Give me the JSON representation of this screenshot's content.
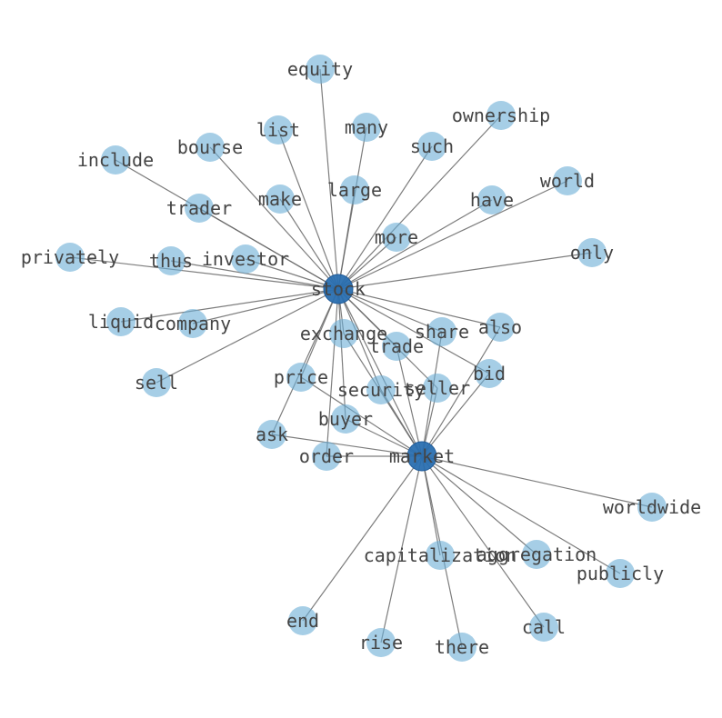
{
  "colors": {
    "node": "#6aaed6",
    "hub_node": "#2a6fb0",
    "hub_node_dark": "#1f5a98",
    "edge": "#666666",
    "label": "#444444"
  },
  "nodes": [
    {
      "id": "stock",
      "label": "stock",
      "hub": true
    },
    {
      "id": "market",
      "label": "market",
      "hub": true
    },
    {
      "id": "equity",
      "label": "equity"
    },
    {
      "id": "ownership",
      "label": "ownership"
    },
    {
      "id": "list",
      "label": "list"
    },
    {
      "id": "many",
      "label": "many"
    },
    {
      "id": "bourse",
      "label": "bourse"
    },
    {
      "id": "such",
      "label": "such"
    },
    {
      "id": "include",
      "label": "include"
    },
    {
      "id": "world",
      "label": "world"
    },
    {
      "id": "large",
      "label": "large"
    },
    {
      "id": "make",
      "label": "make"
    },
    {
      "id": "trader",
      "label": "trader"
    },
    {
      "id": "have",
      "label": "have"
    },
    {
      "id": "more",
      "label": "more"
    },
    {
      "id": "privately",
      "label": "privately"
    },
    {
      "id": "thus",
      "label": "thus"
    },
    {
      "id": "investor",
      "label": "investor"
    },
    {
      "id": "only",
      "label": "only"
    },
    {
      "id": "liquid",
      "label": "liquid"
    },
    {
      "id": "company",
      "label": "company"
    },
    {
      "id": "exchange",
      "label": "exchange"
    },
    {
      "id": "share",
      "label": "share"
    },
    {
      "id": "also",
      "label": "also"
    },
    {
      "id": "trade",
      "label": "trade"
    },
    {
      "id": "sell",
      "label": "sell"
    },
    {
      "id": "price",
      "label": "price"
    },
    {
      "id": "bid",
      "label": "bid"
    },
    {
      "id": "security",
      "label": "security"
    },
    {
      "id": "seller",
      "label": "seller"
    },
    {
      "id": "buyer",
      "label": "buyer"
    },
    {
      "id": "ask",
      "label": "ask"
    },
    {
      "id": "order",
      "label": "order"
    },
    {
      "id": "worldwide",
      "label": "worldwide"
    },
    {
      "id": "capitalization",
      "label": "capitalization"
    },
    {
      "id": "aggregation",
      "label": "aggregation"
    },
    {
      "id": "publicly",
      "label": "publicly"
    },
    {
      "id": "end",
      "label": "end"
    },
    {
      "id": "call",
      "label": "call"
    },
    {
      "id": "rise",
      "label": "rise"
    },
    {
      "id": "there",
      "label": "there"
    }
  ],
  "edges": [
    [
      "stock",
      "equity"
    ],
    [
      "stock",
      "ownership"
    ],
    [
      "stock",
      "list"
    ],
    [
      "stock",
      "many"
    ],
    [
      "stock",
      "bourse"
    ],
    [
      "stock",
      "such"
    ],
    [
      "stock",
      "include"
    ],
    [
      "stock",
      "world"
    ],
    [
      "stock",
      "large"
    ],
    [
      "stock",
      "make"
    ],
    [
      "stock",
      "trader"
    ],
    [
      "stock",
      "have"
    ],
    [
      "stock",
      "more"
    ],
    [
      "stock",
      "privately"
    ],
    [
      "stock",
      "thus"
    ],
    [
      "stock",
      "investor"
    ],
    [
      "stock",
      "only"
    ],
    [
      "stock",
      "liquid"
    ],
    [
      "stock",
      "company"
    ],
    [
      "stock",
      "exchange"
    ],
    [
      "stock",
      "share"
    ],
    [
      "stock",
      "also"
    ],
    [
      "stock",
      "trade"
    ],
    [
      "stock",
      "sell"
    ],
    [
      "stock",
      "price"
    ],
    [
      "stock",
      "bid"
    ],
    [
      "stock",
      "security"
    ],
    [
      "stock",
      "seller"
    ],
    [
      "stock",
      "buyer"
    ],
    [
      "stock",
      "ask"
    ],
    [
      "stock",
      "order"
    ],
    [
      "stock",
      "market"
    ],
    [
      "market",
      "exchange"
    ],
    [
      "market",
      "share"
    ],
    [
      "market",
      "also"
    ],
    [
      "market",
      "trade"
    ],
    [
      "market",
      "bid"
    ],
    [
      "market",
      "price"
    ],
    [
      "market",
      "security"
    ],
    [
      "market",
      "seller"
    ],
    [
      "market",
      "buyer"
    ],
    [
      "market",
      "ask"
    ],
    [
      "market",
      "order"
    ],
    [
      "market",
      "worldwide"
    ],
    [
      "market",
      "capitalization"
    ],
    [
      "market",
      "aggregation"
    ],
    [
      "market",
      "publicly"
    ],
    [
      "market",
      "end"
    ],
    [
      "market",
      "call"
    ],
    [
      "market",
      "rise"
    ],
    [
      "market",
      "there"
    ]
  ]
}
